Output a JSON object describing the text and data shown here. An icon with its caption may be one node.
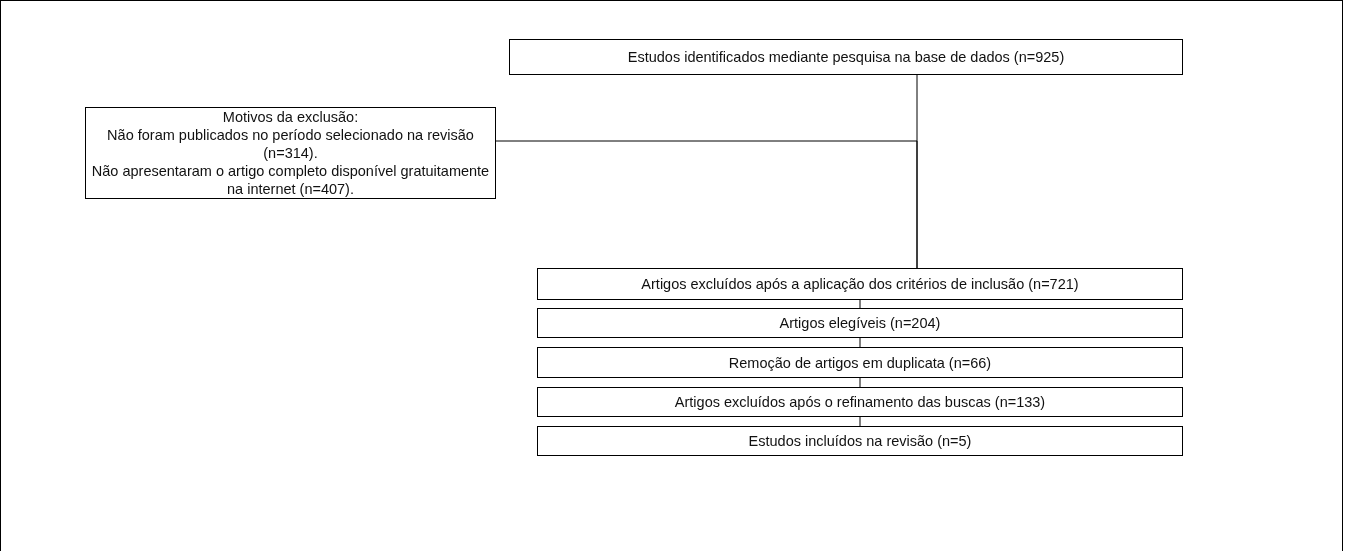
{
  "diagram": {
    "nodes": [
      {
        "text": [
          "Estudos identificados mediante pesquisa na base de dados (n=925)"
        ]
      },
      {
        "text": [
          "Motivos da exclusão:",
          "Não foram publicados no período selecionado na revisão (n=314).",
          "Não apresentaram o artigo completo disponível gratuitamente na internet (n=407)."
        ]
      },
      {
        "text": [
          "Artigos excluídos após a aplicação dos critérios de inclusão (n=721)"
        ]
      },
      {
        "text": [
          "Artigos elegíveis (n=204)"
        ]
      },
      {
        "text": [
          "Remoção de artigos em duplicata (n=66)"
        ]
      },
      {
        "text": [
          "Artigos excluídos após o refinamento das buscas (n=133)"
        ]
      },
      {
        "text": [
          "Estudos incluídos na revisão (n=5)"
        ]
      }
    ],
    "edges": [
      {
        "from": 0,
        "to": 2,
        "arrow": "none"
      },
      {
        "from": 1,
        "to": 2,
        "arrow": "none"
      },
      {
        "from": 2,
        "to": 3,
        "arrow": "none"
      },
      {
        "from": 3,
        "to": 4,
        "arrow": "none"
      },
      {
        "from": 4,
        "to": 5,
        "arrow": "none"
      },
      {
        "from": 5,
        "to": 6,
        "arrow": "none"
      }
    ]
  }
}
